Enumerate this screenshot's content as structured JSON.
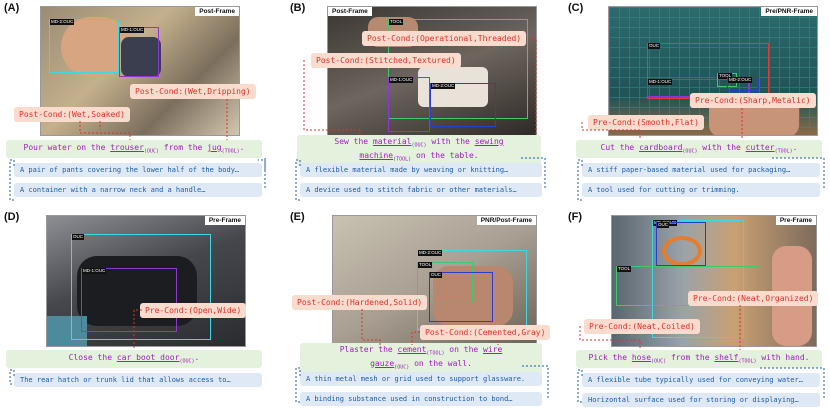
{
  "panels": [
    {
      "label": "(A)",
      "frame": "Post-Frame",
      "boxes": [
        "MD-2:OUC",
        "MD-1:OUC"
      ],
      "conds": [
        "Post-Cond:(Wet,Dripping)",
        "Post-Cond:(Wet,Soaked)"
      ],
      "instr": {
        "pre": "Pour water on the ",
        "obj1": "trouser",
        "sub1": "(OUC)",
        "mid": " from the ",
        "obj2": "jug",
        "sub2": "(TOOL)",
        "post": "."
      },
      "defs": [
        "A pair of pants covering the lower half of the body…",
        "A container with a narrow neck and a handle…"
      ]
    },
    {
      "label": "(B)",
      "frame": "Post-Frame",
      "boxes": [
        "TOOL",
        "MD-1:OUC",
        "MD-2:OUC"
      ],
      "conds": [
        "Post-Cond:(Operational,Threaded)",
        "Post-Cond:(Stitched,Textured)"
      ],
      "instr": {
        "pre": "Sew the ",
        "obj1": "material",
        "sub1": "(OUC)",
        "mid": " with the ",
        "obj2": "sewing",
        "obj2b": "machine",
        "sub2": "(TOOL)",
        "post": " on the table."
      },
      "defs": [
        "A flexible material made by weaving or knitting…",
        "A device used to stitch fabric or other materials…"
      ]
    },
    {
      "label": "(C)",
      "frame": "Pre/PNR-Frame",
      "boxes": [
        "OUC",
        "MD-1:OUC",
        "TOOL",
        "MD-2:OUC"
      ],
      "conds": [
        "Pre-Cond:(Sharp,Metalic)",
        "Pre-Cond:(Smooth,Flat)"
      ],
      "instr": {
        "pre": "Cut the ",
        "obj1": "cardboard",
        "sub1": "(OUC)",
        "mid": " with the ",
        "obj2": "cutter",
        "sub2": "(TOOL)",
        "post": "."
      },
      "defs": [
        "A stiff paper-based material used for packaging…",
        "A tool used for cutting or trimming."
      ]
    },
    {
      "label": "(D)",
      "frame": "Pre-Frame",
      "boxes": [
        "OUC",
        "MD-1:OUC"
      ],
      "conds": [
        "Pre-Cond:(Open,Wide)"
      ],
      "instr": {
        "pre": "Close the ",
        "obj1": "car boot door",
        "sub1": "(OUC)",
        "mid": ".",
        "obj2": "",
        "sub2": "",
        "post": ""
      },
      "defs": [
        "The rear hatch or trunk lid that allows access to…"
      ]
    },
    {
      "label": "(E)",
      "frame": "PNR/Post-Frame",
      "boxes": [
        "MD-2:OUC",
        "TOOL",
        "OUC"
      ],
      "conds": [
        "Post-Cond:(Hardened,Solid)",
        "Post-Cond:(Cemented,Gray)"
      ],
      "instr": {
        "pre": "Plaster the ",
        "obj1": "cement",
        "sub1": "(TOOL)",
        "mid": " on the ",
        "obj2": "wire",
        "obj2b": "gauze",
        "sub2": "(OUC)",
        "post": " on the wall."
      },
      "defs": [
        "A thin metal mesh or grid used to support glassware.",
        "A binding substance used in construction to bond…"
      ]
    },
    {
      "label": "(F)",
      "frame": "Pre-Frame",
      "boxes": [
        "MD-2:OUC",
        "TOOL",
        "OUC"
      ],
      "conds": [
        "Pre-Cond:(Neat,Organized)",
        "Pre-Cond:(Neat,Coiled)"
      ],
      "instr": {
        "pre": "Pick the ",
        "obj1": "hose",
        "sub1": "(OUC)",
        "mid": " from the ",
        "obj2": "shelf",
        "sub2": "(TOOL)",
        "post": " with hand."
      },
      "defs": [
        "A flexible tube typically used for conveying water…",
        "Horizontal surface used for storing or displaying…"
      ]
    }
  ],
  "colors": {
    "cond_bg": "#f9dccd",
    "cond_text": "#e0312a",
    "instr_bg": "#e4f1dc",
    "instr_text": "#a020c0",
    "def_bg": "#dfe9f6",
    "def_text": "#1d5ca8"
  }
}
